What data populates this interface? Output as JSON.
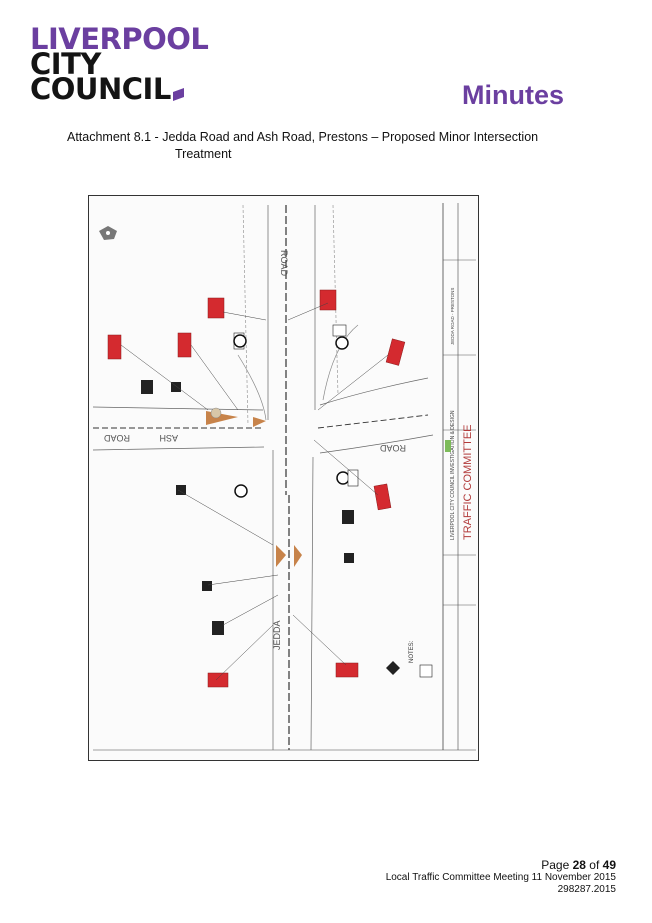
{
  "header": {
    "logo_lines": [
      "LIVERPOOL",
      "CITY",
      "COUNCIL"
    ],
    "doc_type": "Minutes"
  },
  "caption": {
    "label": "Attachment 8.1 - ",
    "title_line1": "Jedda Road and Ash Road, Prestons – Proposed Minor Intersection",
    "title_line2": "Treatment"
  },
  "plan": {
    "road_labels": {
      "north": "ROAD",
      "west_road": "ROAD",
      "west_ash": "ASH",
      "east_road": "ROAD",
      "south_jedda": "JEDDA"
    },
    "title_block": {
      "council": "LIVERPOOL CITY COUNCIL INVESTIGATION & DESIGN",
      "committee": "TRAFFIC COMMITTEE",
      "project": "JEDDA ROAD - PRESTONS"
    },
    "notes_label": "NOTES:"
  },
  "footer": {
    "page_prefix": "Page ",
    "page_number": "28",
    "page_of": " of ",
    "page_total": "49",
    "meeting": "Local Traffic Committee Meeting 11 November 2015",
    "reference": "298287.2015"
  },
  "colors": {
    "brand": "#6b3fa0",
    "sign_red": "#d42a2f"
  }
}
